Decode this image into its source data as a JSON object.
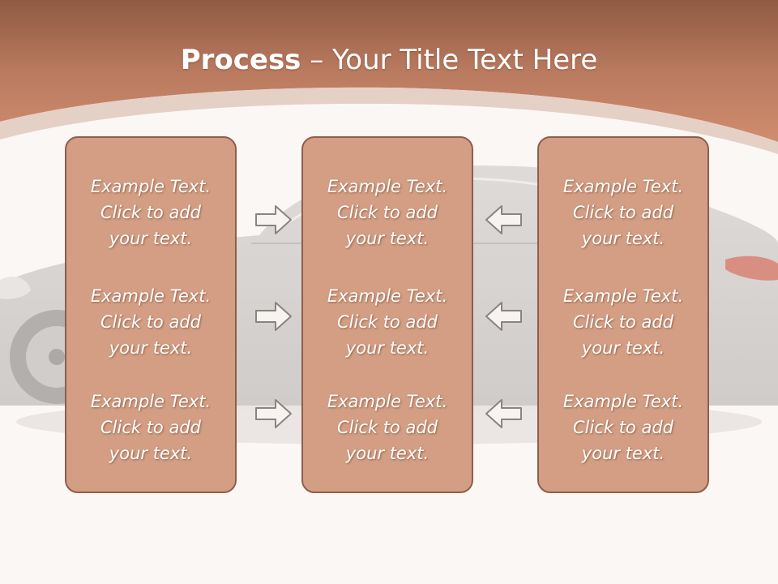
{
  "slide": {
    "title_bold": "Process",
    "title_rest": " – Your Title Text Here"
  },
  "colors": {
    "header": "#c9876a",
    "box_fill": "#d39e83",
    "box_border": "#8e5e4c",
    "background": "#fbf7f4",
    "arrow_fill": "#f7f3f0",
    "arrow_stroke": "#8a8480"
  },
  "columns": [
    {
      "blocks": [
        {
          "lines": [
            "Example Text.",
            "Click  to add",
            "your text."
          ]
        },
        {
          "lines": [
            "Example Text.",
            "Click  to add",
            "your text."
          ]
        },
        {
          "lines": [
            "Example Text.",
            "Click  to add",
            "your text."
          ]
        }
      ]
    },
    {
      "blocks": [
        {
          "lines": [
            "Example Text.",
            "Click  to add",
            "your text."
          ]
        },
        {
          "lines": [
            "Example Text.",
            "Click  to add",
            "your text."
          ]
        },
        {
          "lines": [
            "Example Text.",
            "Click  to add",
            "your text."
          ]
        }
      ]
    },
    {
      "blocks": [
        {
          "lines": [
            "Example Text.",
            "Click  to add",
            "your text."
          ]
        },
        {
          "lines": [
            "Example Text.",
            "Click  to add",
            "your text."
          ]
        },
        {
          "lines": [
            "Example Text.",
            "Click  to add",
            "your text."
          ]
        }
      ]
    }
  ],
  "arrows": {
    "left_group": [
      "arrow-right-icon",
      "arrow-right-icon",
      "arrow-right-icon"
    ],
    "right_group": [
      "arrow-left-icon",
      "arrow-left-icon",
      "arrow-left-icon"
    ]
  }
}
